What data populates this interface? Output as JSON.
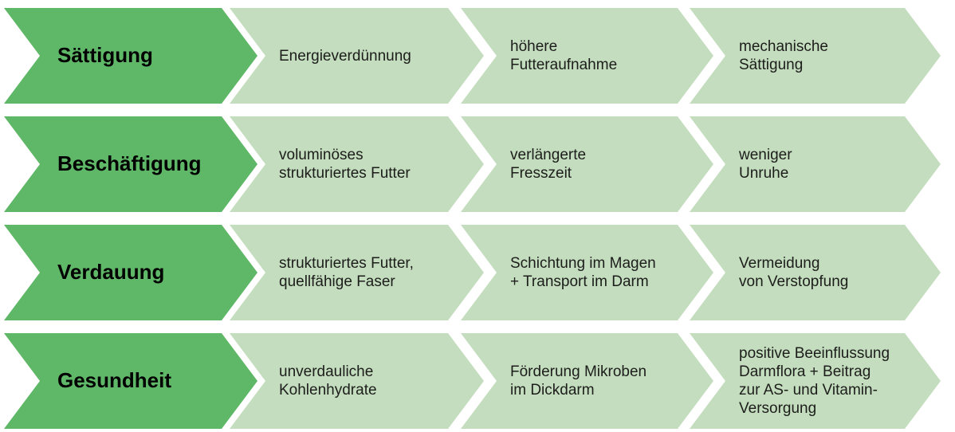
{
  "colors": {
    "dark_green": "#5fb867",
    "light_green": "#c3ddbe",
    "text_color": "#1d1d1b"
  },
  "rows": [
    {
      "label": "Sättigung",
      "steps": [
        "Energieverdünnung",
        "höhere\nFutteraufnahme",
        "mechanische\nSättigung"
      ]
    },
    {
      "label": "Beschäftigung",
      "steps": [
        "voluminöses\nstrukturiertes Futter",
        "verlängerte\nFresszeit",
        "weniger\nUnruhe"
      ]
    },
    {
      "label": "Verdauung",
      "steps": [
        "strukturiertes Futter,\nquellfähige Faser",
        "Schichtung im Magen\n+ Transport im Darm",
        "Vermeidung\nvon Verstopfung"
      ]
    },
    {
      "label": "Gesundheit",
      "steps": [
        "unverdauliche\nKohlenhydrate",
        "Förderung Mikroben\nim Dickdarm",
        "positive Beeinflussung\nDarmflora + Beitrag\nzur AS- und Vitamin-\nVersorgung"
      ]
    }
  ]
}
